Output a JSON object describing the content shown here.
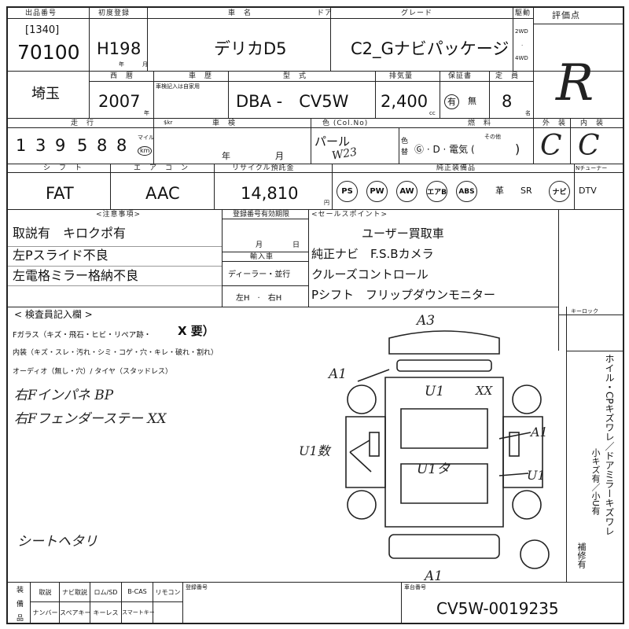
{
  "header": {
    "lot_label": "出品番号",
    "lot_prefix": "[1340]",
    "lot_number": "70100",
    "first_reg_label": "初度登録",
    "first_reg_era": "H19",
    "first_reg_month": "8",
    "year_unit": "年",
    "month_unit": "月",
    "car_name_label": "車　名",
    "car_name": "デリカD5",
    "door_label": "ドア",
    "grade_label": "グレード",
    "grade": "C2_Gナビパッケージ",
    "drive_label": "駆動",
    "drive_2wd": "2WD",
    "drive_sep": "·",
    "drive_4wd": "4WD",
    "rating_label": "評価点",
    "rating": "R"
  },
  "row2": {
    "region": "埼玉",
    "year_label": "西　暦",
    "year": "2007",
    "inspection_label": "車　歴",
    "inspection_note": "車検記入は自家用",
    "model_label": "型　式",
    "model": "DBA -　CV5W",
    "displacement_label": "排気量",
    "displacement": "2,400",
    "cc": "cc",
    "warranty_label": "保証書",
    "warranty_yes": "有",
    "warranty_no": "無",
    "capacity_label": "定　員",
    "capacity": "8",
    "capacity_unit": "名"
  },
  "row3": {
    "mileage_label": "走　行",
    "mileage_digits": [
      "1",
      "3",
      "9",
      "5",
      "8",
      "8"
    ],
    "unit_mile": "マイル",
    "unit_km": "km",
    "s_label": "$kr",
    "shaken_label": "車　検",
    "shaken_year": "年",
    "shaken_month": "月",
    "color_label": "色 (Col.No)",
    "color": "パール",
    "color_code": "W23",
    "color_word": "色",
    "color_change": "替",
    "fuel_label": "燃　料",
    "fuel_options": "Ⓖ · D · 電気 (",
    "fuel_other_label": "その他",
    "fuel_close": ")",
    "ext_label": "外　装",
    "ext": "C",
    "int_label": "内　装",
    "int": "C"
  },
  "row4": {
    "shift_label": "シ　フ　ト",
    "shift": "FAT",
    "ac_label": "エ　ア　コ　ン",
    "ac": "AAC",
    "recycle_label": "リサイクル預託金",
    "recycle": "14,810",
    "yen": "円",
    "equip_label": "純正装備品",
    "tv_label": "Nチューナー",
    "equip": [
      "PS",
      "PW",
      "AW",
      "エアB",
      "ABS"
    ],
    "equip_text": [
      "革",
      "SR"
    ],
    "navi": "ナビ",
    "tv": "DTV"
  },
  "notes": {
    "caution_label": "<注意事項>",
    "caution": [
      "取説有　キロクポ有",
      "左Pスライド不良",
      "左電格ミラー格納不良"
    ],
    "reg_label": "登録番号有効期限",
    "reg_month": "月",
    "reg_day": "日",
    "import_label": "輸入車",
    "import_dealer": "ディーラー・並行",
    "import_drive": "左H　·　右H",
    "sales_label": "<セールスポイント>",
    "sales": [
      "ユーザー買取車",
      "純正ナビ　F.S.Bカメラ",
      "クルーズコントロール",
      "Pシフト　フリップダウンモニター"
    ]
  },
  "inspector": {
    "title": "< 検査員記入欄 >",
    "glass": "Fガラス（キズ・飛石・ヒビ・リペア跡・",
    "glass_mark": "X 要）",
    "interior": "内装（キズ・スレ・汚れ・シミ・コゲ・穴・キレ・破れ・割れ）",
    "audio": "オーディオ（無し・穴）/ タイヤ（スタッドレス）",
    "hand1": "右Fインパネ BP",
    "hand2": "右Fフェンダーステー XX",
    "hand3": "シートヘタリ"
  },
  "diagram": {
    "marks": [
      "A3",
      "A1",
      "U1",
      "XX",
      "U1数",
      "A1",
      "U1",
      "U1タ",
      "A1"
    ]
  },
  "right_column": {
    "keylock_label": "キーロック",
    "vertical1": "ホイル・CPキズワレ／ドアミラーキズワレ",
    "vertical2": "小キズ有／小U有",
    "vertical3": "補修有"
  },
  "footer": {
    "label": "装　備　品",
    "cells_row1": [
      "取説",
      "ナビ取説",
      "ロム/SD",
      "B-CAS",
      "リモコン"
    ],
    "cells_row2": [
      "ナンバー",
      "スペアキー",
      "キーレス",
      "スマートキー",
      ""
    ],
    "reg_num_label": "登録番号",
    "chassis_label": "車台番号",
    "chassis": "CV5W-0019235"
  }
}
